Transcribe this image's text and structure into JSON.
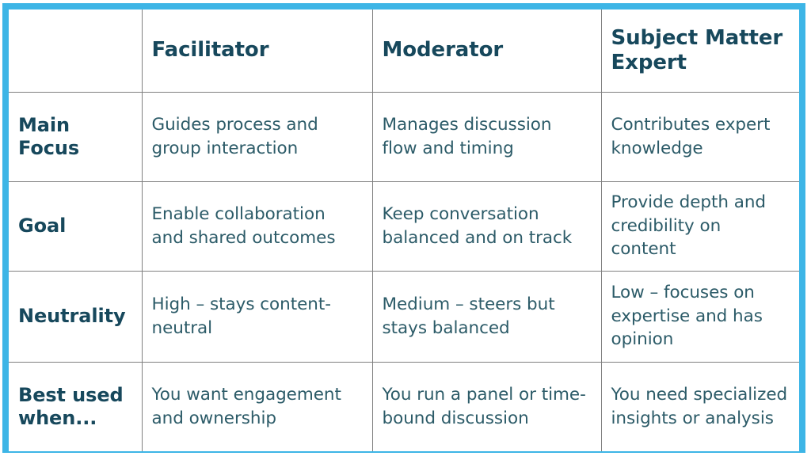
{
  "style": {
    "frame_color": "#3db5e6",
    "gridline_color": "#808080",
    "header_text_color": "#17485c",
    "body_text_color": "#2c5b68",
    "background_color": "#ffffff"
  },
  "table": {
    "corner_label": "",
    "columns": [
      "Facilitator",
      "Moderator",
      "Subject Matter Expert"
    ],
    "rows": [
      {
        "label": "Main Focus",
        "cells": [
          "Guides process and group interaction",
          "Manages discussion flow and timing",
          "Contributes expert knowledge"
        ]
      },
      {
        "label": "Goal",
        "cells": [
          "Enable collaboration and shared outcomes",
          "Keep conversation balanced and on track",
          "Provide depth and credibility on content"
        ]
      },
      {
        "label": "Neutrality",
        "cells": [
          "High – stays content-neutral",
          "Medium – steers but stays balanced",
          "Low – focuses on expertise and has opinion"
        ]
      },
      {
        "label": "Best used when...",
        "cells": [
          "You want engagement and ownership",
          "You run a panel or time-bound discussion",
          "You need specialized insights or analysis"
        ]
      }
    ]
  }
}
